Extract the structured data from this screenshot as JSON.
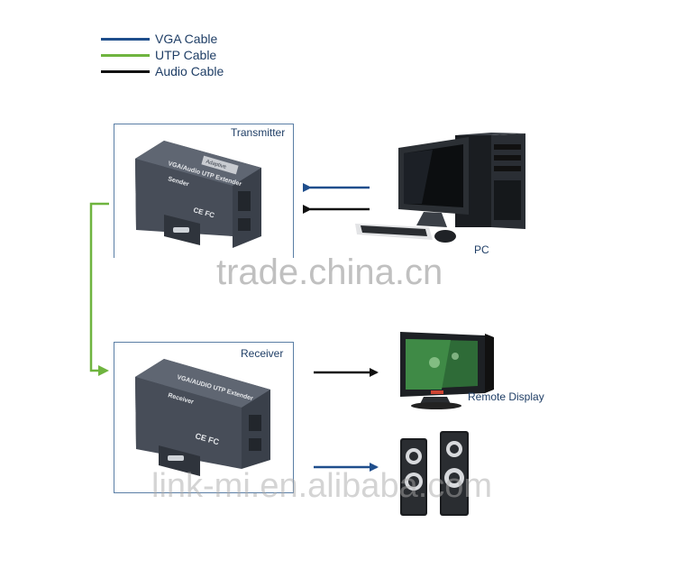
{
  "legend": [
    {
      "label": "VGA Cable",
      "color": "#1f4e8c"
    },
    {
      "label": "UTP Cable",
      "color": "#6fb43f"
    },
    {
      "label": "Audio Cable",
      "color": "#111111"
    }
  ],
  "transmitter": {
    "box_label": "Transmitter",
    "device_title": "VGA/Audio UTP Extender",
    "device_mode": "Sender",
    "device_badge": "Adaptive",
    "device_cert": "CE FC"
  },
  "receiver": {
    "box_label": "Receiver",
    "device_title": "VGA/AUDIO UTP Extender",
    "device_mode": "Receiver",
    "device_cert": "CE FC"
  },
  "pc": {
    "label": "PC"
  },
  "display": {
    "label": "Remote Display"
  },
  "watermarks": [
    "trade.china.cn",
    "link-mi.en.alibaba.com"
  ],
  "colors": {
    "vga": "#1f4e8c",
    "utp": "#6fb43f",
    "audio": "#111111",
    "box_border": "#5a7ea5",
    "device": "#4b5360"
  }
}
